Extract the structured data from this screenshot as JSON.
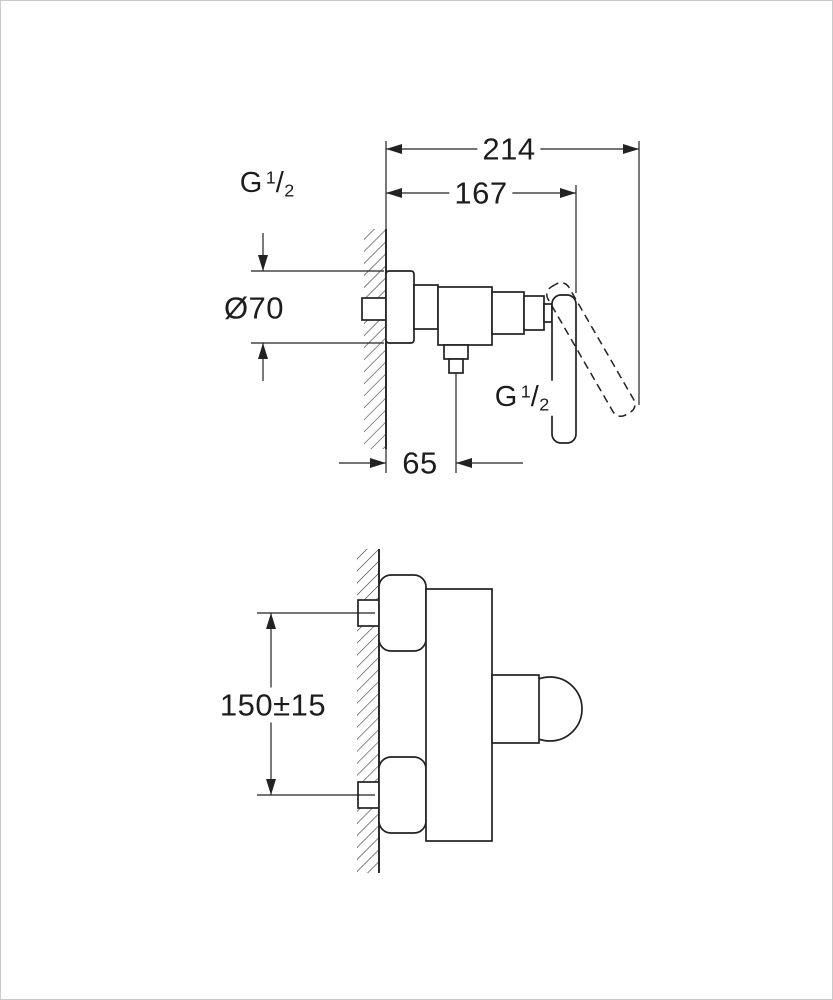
{
  "page": {
    "background": "#ffffff",
    "border_color": "#c9c9c9",
    "line_color": "#222222"
  },
  "dimensions": {
    "overall_depth": "214",
    "depth_to_handle": "167",
    "escutcheon_diameter": "Ø70",
    "outlet_offset": "65",
    "inlet_spacing": "150±15"
  },
  "threads": {
    "inlet": {
      "base": "G",
      "numerator": "1",
      "separator": "/",
      "denominator": "2"
    },
    "outlet": {
      "base": "G",
      "numerator": "1",
      "separator": "/",
      "denominator": "2"
    }
  }
}
